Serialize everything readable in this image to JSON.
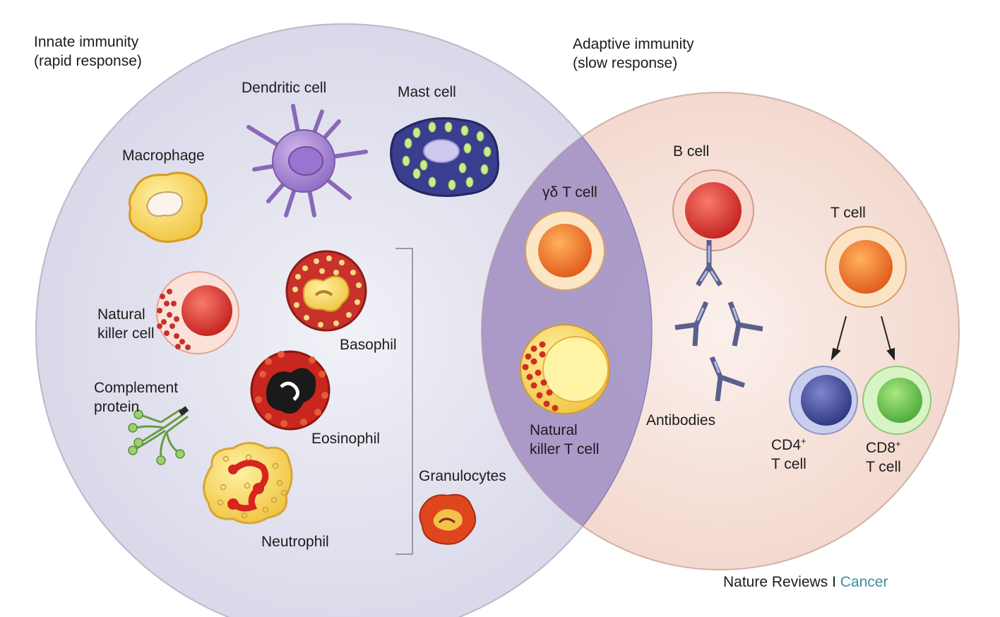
{
  "groups": {
    "innate": {
      "title": "Innate immunity",
      "subtitle": "(rapid response)"
    },
    "adaptive": {
      "title": "Adaptive immunity",
      "subtitle": "(slow response)"
    }
  },
  "cells": {
    "dendritic": "Dendritic cell",
    "mast": "Mast cell",
    "macrophage": "Macrophage",
    "nk_line1": "Natural",
    "nk_line2": "killer cell",
    "basophil": "Basophil",
    "complement_line1": "Complement",
    "complement_line2": "protein",
    "eosinophil": "Eosinophil",
    "neutrophil": "Neutrophil",
    "granulocytes": "Granulocytes",
    "gd_t_cell": "γδ T cell",
    "nkt_line1": "Natural",
    "nkt_line2": "killer T cell",
    "b_cell": "B cell",
    "antibodies": "Antibodies",
    "t_cell": "T cell",
    "cd4_line1": "CD4",
    "cd4_sup": "+",
    "cd4_line2": "T cell",
    "cd8_line1": "CD8",
    "cd8_sup": "+",
    "cd8_line2": "T cell"
  },
  "credit": {
    "journal": "Nature Reviews",
    "separator": " I ",
    "section": "Cancer"
  },
  "colors": {
    "innate_fill": "#dcdcec",
    "adaptive_fill": "#f5dcd3",
    "overlap_fill": "#a99ccb",
    "credit_accent": "#3f8f9a"
  }
}
